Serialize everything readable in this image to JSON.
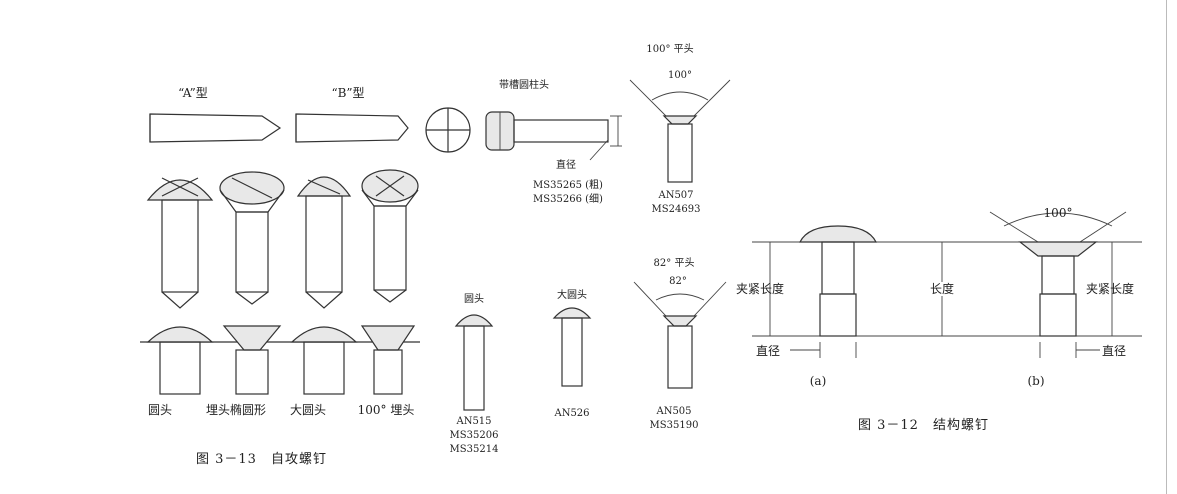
{
  "fig13": {
    "type_a": "“A”型",
    "type_b": "“B”型",
    "heads": [
      "圆头",
      "埋头椭圆形",
      "大圆头",
      "100° 埋头"
    ],
    "caption": "图 3－13　自攻螺钉"
  },
  "middle": {
    "fillister_title": "带槽圆柱头",
    "diameter": "直径",
    "fillister_codes": [
      "MS35265 (粗)",
      "MS35266 (细)"
    ],
    "flat100_title": "100° 平头",
    "flat100_angle": "100°",
    "flat100_codes": [
      "AN507",
      "MS24693"
    ],
    "flat82_title": "82° 平头",
    "flat82_angle": "82°",
    "flat82_codes": [
      "AN505",
      "MS35190"
    ],
    "round_title": "圆头",
    "round_codes": [
      "AN515",
      "MS35206",
      "MS35214"
    ],
    "biground_title": "大圆头",
    "biground_codes": [
      "AN526"
    ]
  },
  "fig12": {
    "angle": "100°",
    "grip_left": "夹紧长度",
    "length": "长度",
    "grip_right": "夹紧长度",
    "diam_left": "直径",
    "diam_right": "直径",
    "sub_a": "(a)",
    "sub_b": "(b)",
    "caption": "图 3－12　结构螺钉"
  }
}
